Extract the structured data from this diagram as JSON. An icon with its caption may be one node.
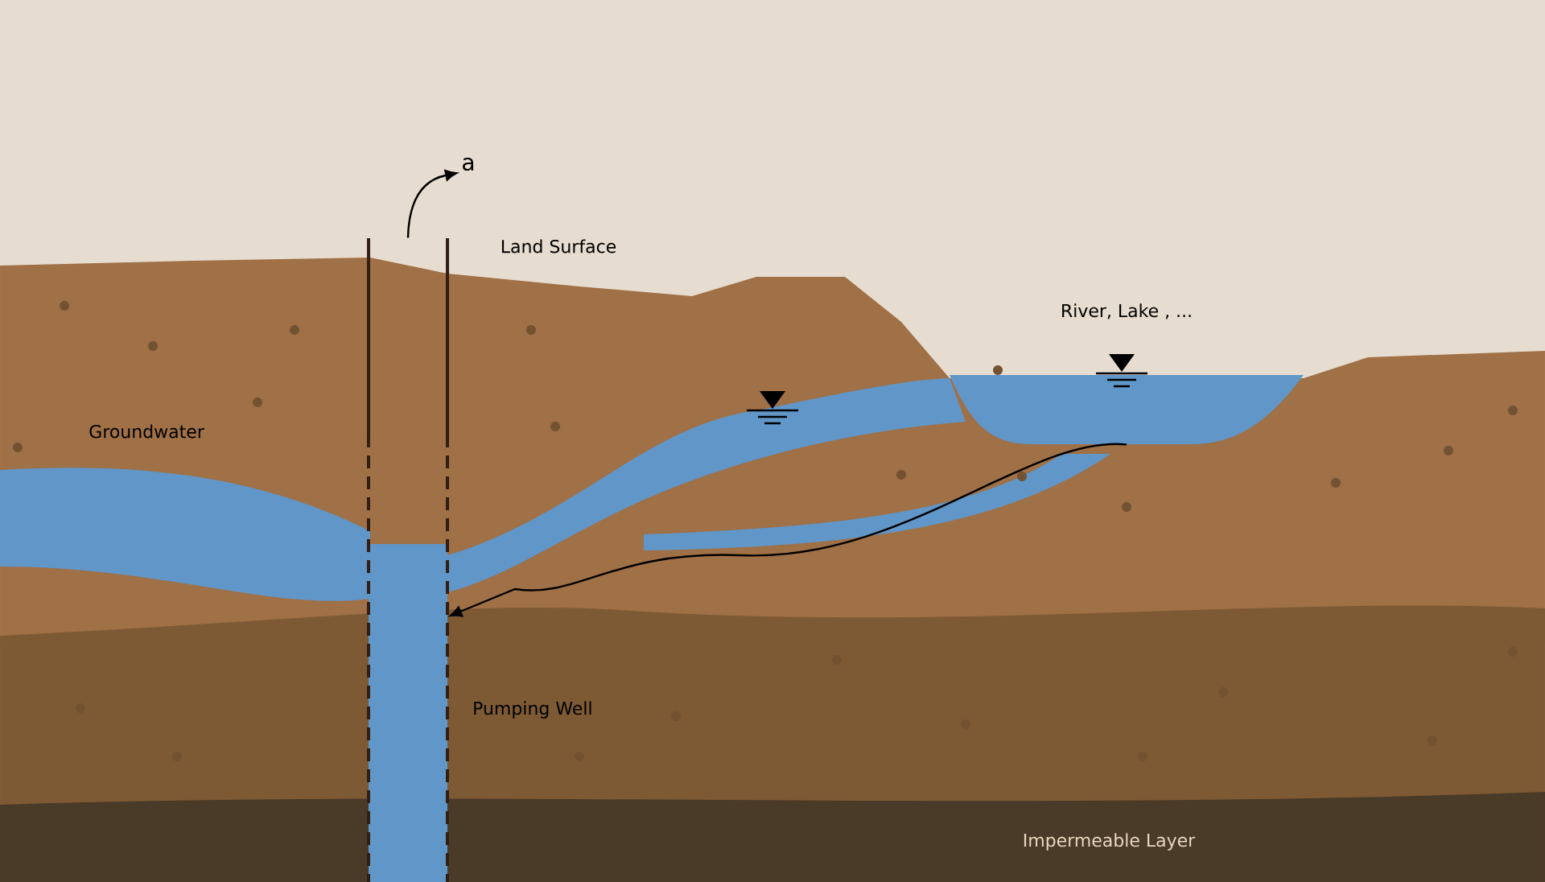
{
  "diagram": {
    "nodes": [
      {
        "text": [
          "River, Lake , ..."
        ]
      },
      {
        "text": [],
        "shape": "box",
        "beside": [
          "Pumping Well"
        ]
      },
      {
        "text": [
          "a"
        ]
      }
    ],
    "edges": [
      {
        "from": 0,
        "to": 1,
        "arrow": "to"
      },
      {
        "from": 1,
        "to": 2,
        "arrow": "to"
      }
    ],
    "labels": [
      "Land Surface",
      "Groundwater",
      "Impermeable Layer"
    ]
  }
}
